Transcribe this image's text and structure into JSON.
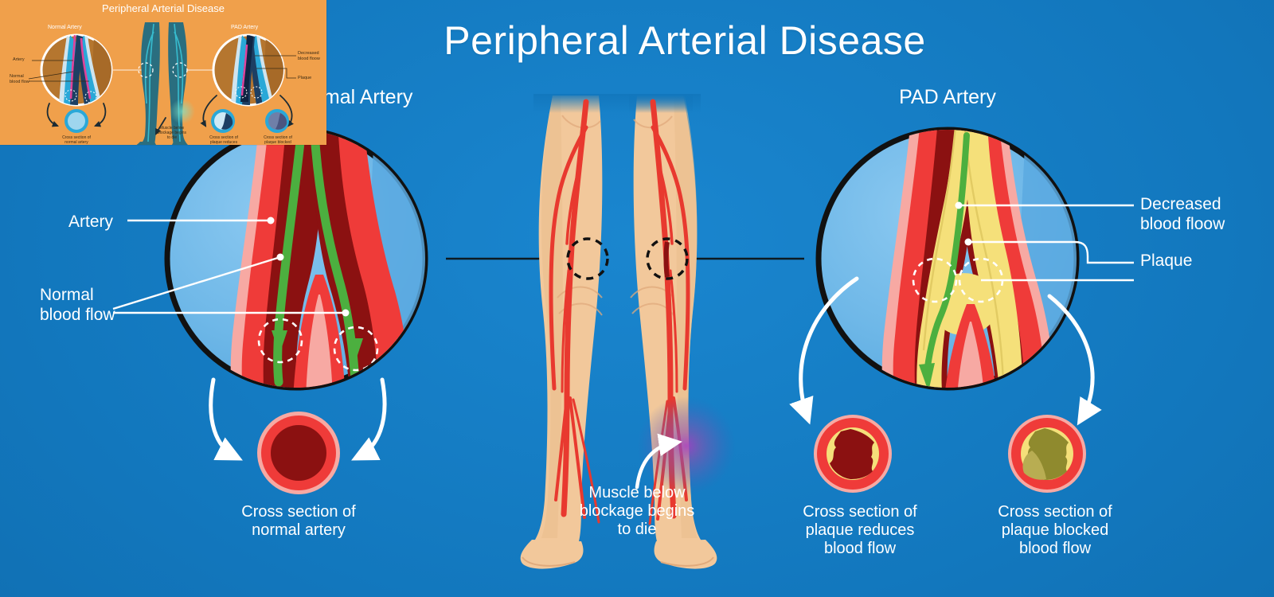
{
  "title": "Peripheral Arterial Disease",
  "theme": {
    "background": "#1277bd",
    "background_light": "#1a86cf",
    "text": "#ffffff",
    "artery_wall": "#ef3b39",
    "artery_wall_light": "#f7a9a3",
    "artery_lumen": "#8b1111",
    "blood_flow_arrow": "#4caf3f",
    "plaque": "#f5e07a",
    "plaque_dark": "#8f8a2e",
    "skin": "#f2c89b",
    "skin_shadow": "#e3b184",
    "vessel_red": "#e8392f",
    "lens_fill": "#6fb8e8",
    "lens_ring": "#111111",
    "muscle_glow": "#8e4fb0",
    "inset_background": "#f0a04b"
  },
  "sections": {
    "normal": {
      "header": "Normal Artery",
      "header_visible_fragment": "ery",
      "labels": [
        {
          "id": "artery",
          "text": "Artery"
        },
        {
          "id": "normal_blood_flow",
          "text": "Normal\nblood flow"
        }
      ],
      "cross_section_caption": "Cross section of\nnormal artery"
    },
    "pad": {
      "header": "PAD Artery",
      "labels": [
        {
          "id": "decreased_blood_flow",
          "text": "Decreased\nblood floow"
        },
        {
          "id": "plaque",
          "text": "Plaque"
        }
      ],
      "cross_sections": [
        {
          "id": "reduces",
          "caption": "Cross section of\nplaque reduces\nblood flow"
        },
        {
          "id": "blocked",
          "caption": "Cross section of\nplaque blocked\nblood flow"
        }
      ]
    },
    "legs": {
      "caption": "Muscle below\nblockage begins\nto die"
    }
  },
  "inset": {
    "title": "Peripheral Arterial Disease",
    "header_normal": "Normal Artery",
    "header_pad": "PAD Artery",
    "label_artery": "Artery",
    "label_normal_flow": "Normal\nblood flow",
    "label_decreased": "Decreased\nblood floow",
    "label_plaque": "Plaque",
    "caption_normal": "Cross section of\nnormal artery",
    "caption_muscle": "Muscle below\nblockage begins\nto die",
    "caption_reduces": "Cross section of\nplaque reduces\nblood flow",
    "caption_blocked": "Cross section of\nplaque blocked\nblood flow"
  }
}
